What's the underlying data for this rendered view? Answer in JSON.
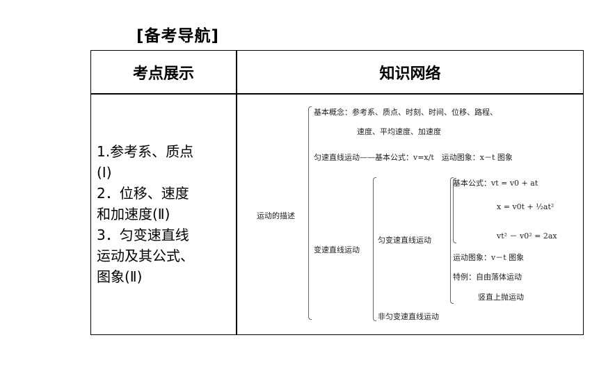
{
  "title": "[备考导航]",
  "table": {
    "col1_header": "考点展示",
    "col2_header": "知识网络",
    "points": [
      "1.参考系、质点",
      "(Ⅰ)",
      "2．位移、速度",
      "和加速度(Ⅱ)",
      "3．匀变速直线",
      "运动及其公式、",
      "图象(Ⅱ)"
    ]
  },
  "network": {
    "root": "运动的描述",
    "basic_concepts_1": "基本概念：参考系、质点、时刻、时间、位移、路程、",
    "basic_concepts_2": "速度、平均速度、加速度",
    "uniform_motion": "匀速直线运动——基本公式：v=x/t　运动图象：x－t 图象",
    "variable_motion": "变速直线运动",
    "uniform_accel": "匀变速直线运动",
    "formula_1": "基本公式：vt = v0 + at",
    "formula_2": "x = v0t + ½at²",
    "formula_3": "vt² － v0² = 2ax",
    "motion_graph": "运动图象：v－t 图象",
    "special_case": "特例：自由落体运动",
    "special_case_2": "竖直上抛运动",
    "non_uniform_accel": "非匀变速直线运动"
  }
}
